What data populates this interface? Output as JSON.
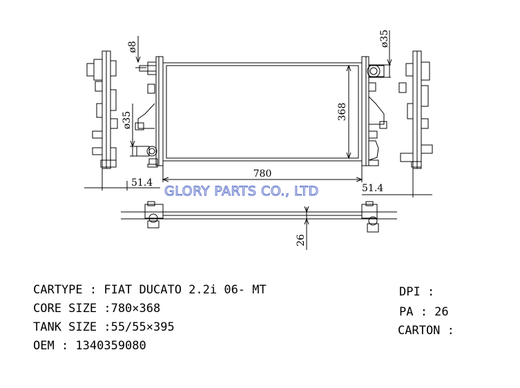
{
  "dimensions": {
    "pipe_top_left": "ø8",
    "pipe_top_right": "ø35",
    "pipe_left": "ø35",
    "core_height": "368",
    "core_width": "780",
    "offset_left": "51.4",
    "offset_right": "51.4",
    "thickness": "26"
  },
  "watermark": "GLORY PARTS CO., LTD",
  "specs": {
    "cartype": "CARTYPE : FIAT DUCATO 2.2i 06- MT",
    "core_size": "CORE SIZE :780×368",
    "tank_size": "TANK SIZE :55/55×395",
    "oem": "OEM : 1340359080",
    "dpi": "DPI :",
    "pa": "PA : 26",
    "carton": "CARTON :"
  }
}
